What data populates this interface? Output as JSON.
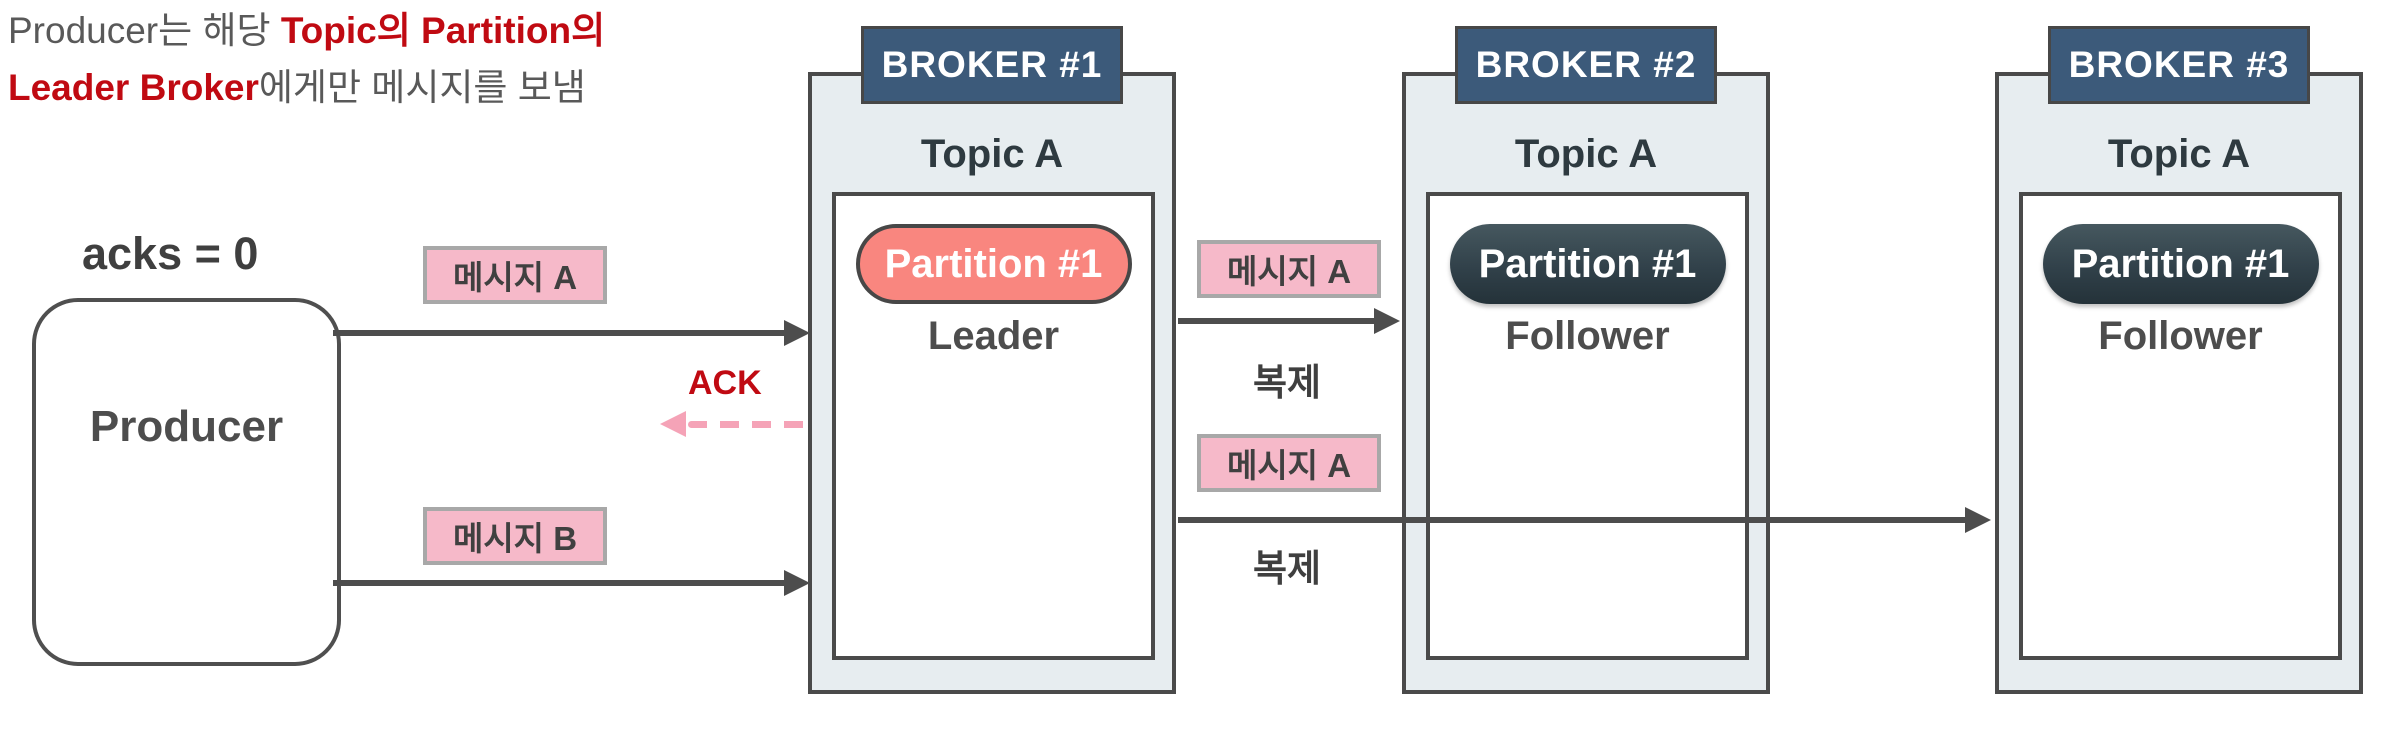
{
  "annotation": {
    "line1_gray": "Producer는 해당 ",
    "line1_red": "Topic의 Partition의",
    "line2_red": "Leader Broker",
    "line2_gray": "에게만 메시지를 보냄"
  },
  "producer": {
    "acks": "acks = 0",
    "label": "Producer"
  },
  "labels": {
    "message_a": "메시지 A",
    "message_b": "메시지 B",
    "ack": "ACK",
    "replicate": "복제"
  },
  "brokers": [
    {
      "title": "BROKER #1",
      "topic": "Topic A",
      "partition": "Partition #1",
      "role": "Leader"
    },
    {
      "title": "BROKER #2",
      "topic": "Topic A",
      "partition": "Partition #1",
      "role": "Follower"
    },
    {
      "title": "BROKER #3",
      "topic": "Topic A",
      "partition": "Partition #1",
      "role": "Follower"
    }
  ],
  "colors": {
    "accent_red": "#c00a12",
    "annotation_gray": "#595959",
    "leader_pill": "#f9867f",
    "follower_pill": "#31414a",
    "broker_header_blue": "#3c5a7a",
    "broker_fill": "#e7edf0",
    "message_pink": "#f6b9c9",
    "ack_dash_pink": "#f5a3b7",
    "arrow_gray": "#4d4d4d"
  }
}
